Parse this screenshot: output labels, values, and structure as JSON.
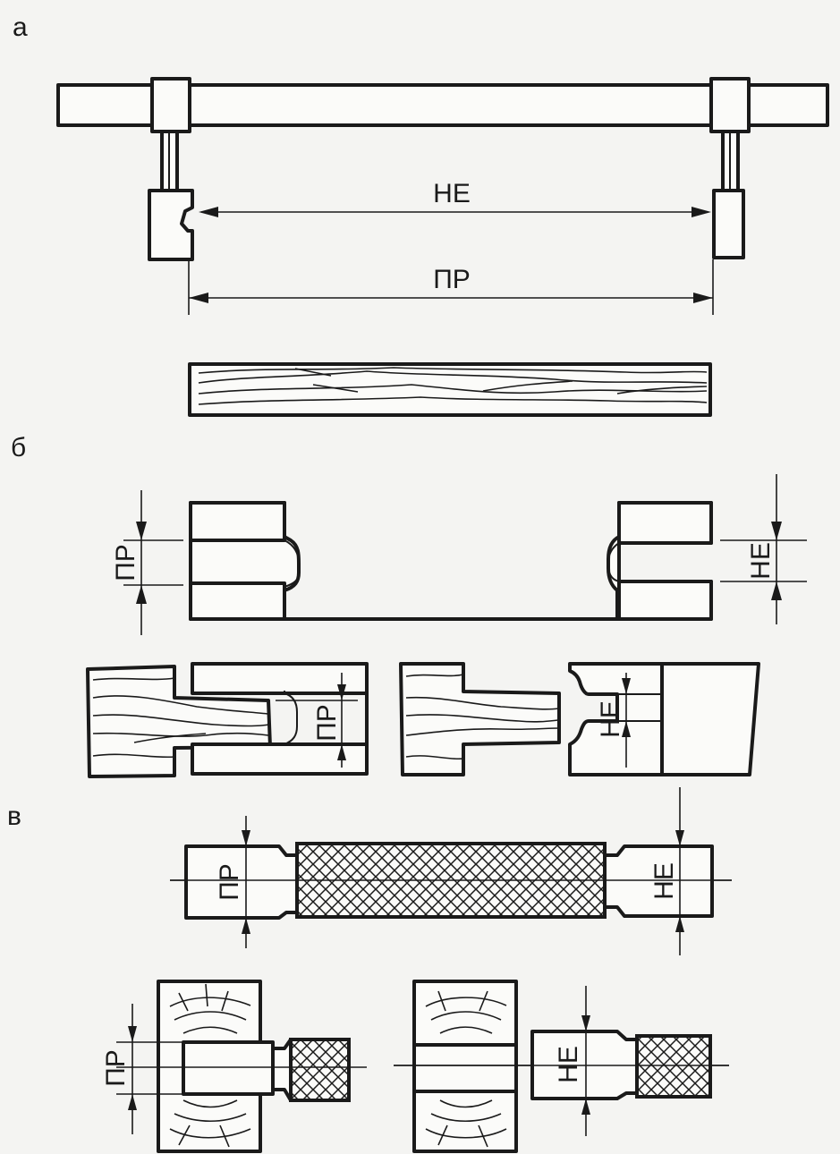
{
  "sections": {
    "a": "а",
    "b": "б",
    "v": "в"
  },
  "labels": {
    "ne": "НЕ",
    "pr": "ПР"
  },
  "colors": {
    "ink": "#1a1a1a",
    "paper": "#f4f4f2"
  }
}
